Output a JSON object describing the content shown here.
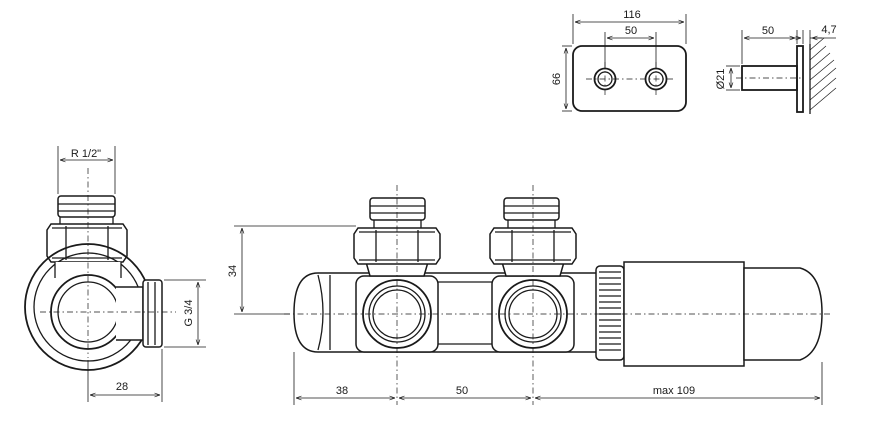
{
  "colors": {
    "line": "#1a1a1a",
    "background": "#ffffff"
  },
  "dimensions": {
    "rosette_width": "116",
    "rosette_hole_spacing": "50",
    "rosette_height": "66",
    "sleeve_length": "50",
    "sleeve_diameter": "Ø21",
    "rosette_thickness": "4,7",
    "pipe_thread": "R 1/2\"",
    "outlet_thread": "G 3/4",
    "side_offset": "28",
    "nut_height": "34",
    "front_first": "38",
    "front_spacing": "50",
    "front_max": "max 109"
  }
}
